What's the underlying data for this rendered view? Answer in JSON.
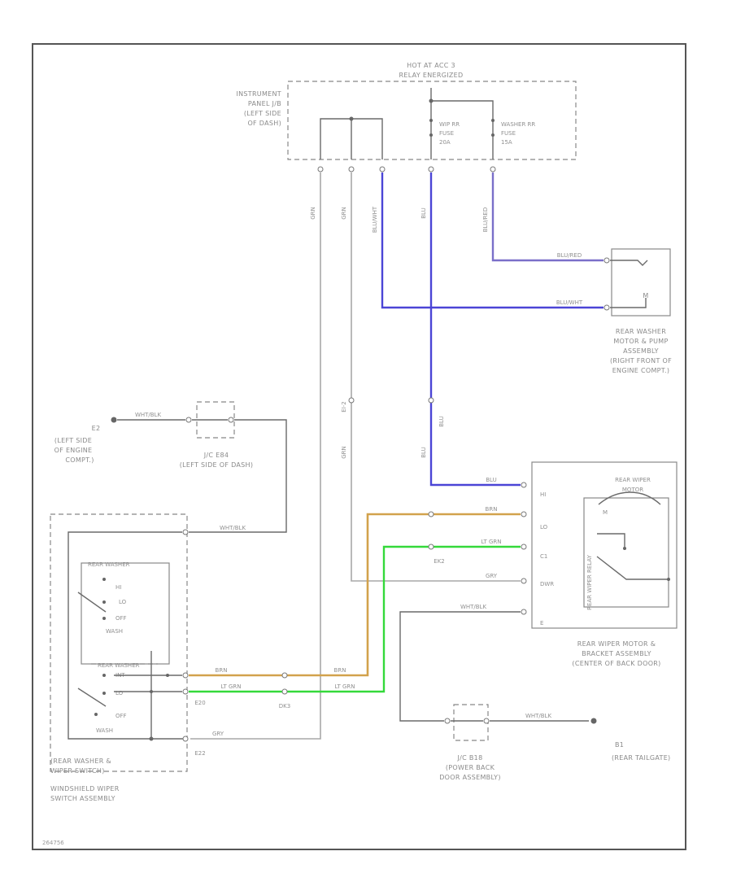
{
  "title_block": {
    "hot_line1": "HOT AT ACC 3",
    "hot_line2": "RELAY ENERGIZED"
  },
  "instrument_panel": {
    "line1": "INSTRUMENT",
    "line2": "PANEL J/B",
    "line3": "(LEFT SIDE",
    "line4": "OF DASH)"
  },
  "fuses": {
    "wiper": {
      "line1": "WIP RR",
      "line2": "FUSE",
      "line3": "20A"
    },
    "washer": {
      "line1": "WASHER RR",
      "line2": "FUSE",
      "line3": "15A"
    }
  },
  "wire_colors": {
    "grn": "GRN",
    "blu_wht": "BLU/WHT",
    "blu_red": "BLU/RED",
    "blu": "BLU",
    "wht_blk": "WHT/BLK",
    "brn": "BRN",
    "lt_grn": "LT GRN",
    "gry": "GRY"
  },
  "splices": {
    "s1": "EI-2",
    "ek2": "EK2",
    "e20": "E20",
    "dk3": "DK3",
    "e22": "E22"
  },
  "pump": {
    "line1": "REAR WASHER",
    "line2": "MOTOR & PUMP",
    "line3": "ASSEMBLY",
    "line4": "(RIGHT FRONT OF",
    "line5": "ENGINE COMPT.)"
  },
  "ground_e2": {
    "id": "E2",
    "line1": "(LEFT SIDE",
    "line2": "OF ENGINE",
    "line3": "COMPT.)"
  },
  "jc_e84": {
    "line1": "J/C E84",
    "line2": "(LEFT SIDE OF DASH)"
  },
  "motor": {
    "title1": "REAR WIPER",
    "title2": "MOTOR",
    "pin_hi": "HI",
    "pin_lo": "LO",
    "pin_c1": "C1",
    "pin_dwr": "DWR",
    "pin_e": "E",
    "line1": "REAR WIPER MOTOR &",
    "line2": "BRACKET ASSEMBLY",
    "line3": "(CENTER OF BACK DOOR)",
    "internal": "REAR WIPER RELAY",
    "m": "M"
  },
  "switch": {
    "top_title": "REAR WASHER",
    "hi": "HI",
    "lo": "LO",
    "off": "OFF",
    "wash": "WASH",
    "mid_title": "REAR WASHER",
    "int": "INT",
    "lo2": "LO",
    "off2": "OFF",
    "wash2": "WASH",
    "line1": "(REAR WASHER &",
    "line2": "WIPER SWITCH)",
    "line3": "WINDSHIELD WIPER",
    "line4": "SWITCH ASSEMBLY"
  },
  "jc_b18": {
    "line1": "J/C B18",
    "line2": "(POWER BACK",
    "line3": "DOOR ASSEMBLY)"
  },
  "ground_b1": {
    "id": "B1",
    "line1": "(REAR TAILGATE)"
  },
  "footer": {
    "code": "264756"
  }
}
